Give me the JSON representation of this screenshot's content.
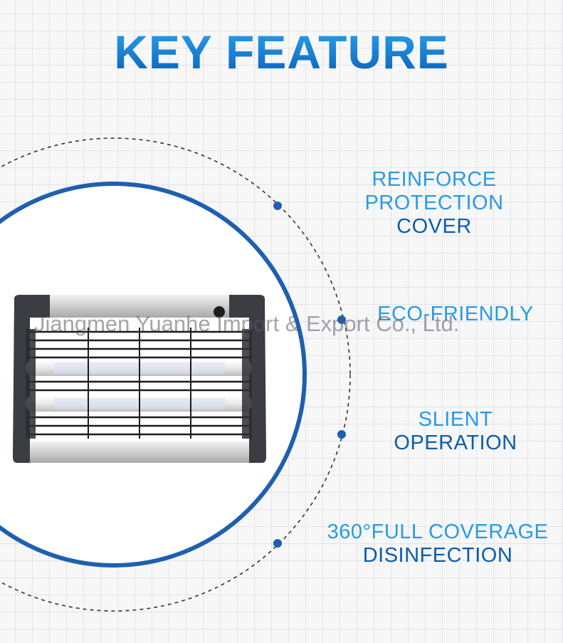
{
  "title": "KEY FEATURE",
  "features": [
    {
      "lines": [
        "REINFORCE",
        "PROTECTION",
        "COVER"
      ]
    },
    {
      "lines": [
        "ECO-FRIENDLY"
      ]
    },
    {
      "lines": [
        "SLIENT",
        "OPERATION"
      ]
    },
    {
      "lines": [
        "360°FULL COVERAGE",
        "DISINFECTION"
      ]
    }
  ],
  "watermark": "Jiangmen Yuanhe Import & Export Co., Ltd.",
  "colors": {
    "title_gradient_top": "#2aa5ef",
    "title_gradient_bottom": "#0b5fb8",
    "text_light_blue": "#2a9ae6",
    "text_dark_blue": "#0b5cae",
    "ring": "#1f5fb0",
    "dot": "#1f5fb0"
  },
  "product_icon": "bug-zapper-icon"
}
